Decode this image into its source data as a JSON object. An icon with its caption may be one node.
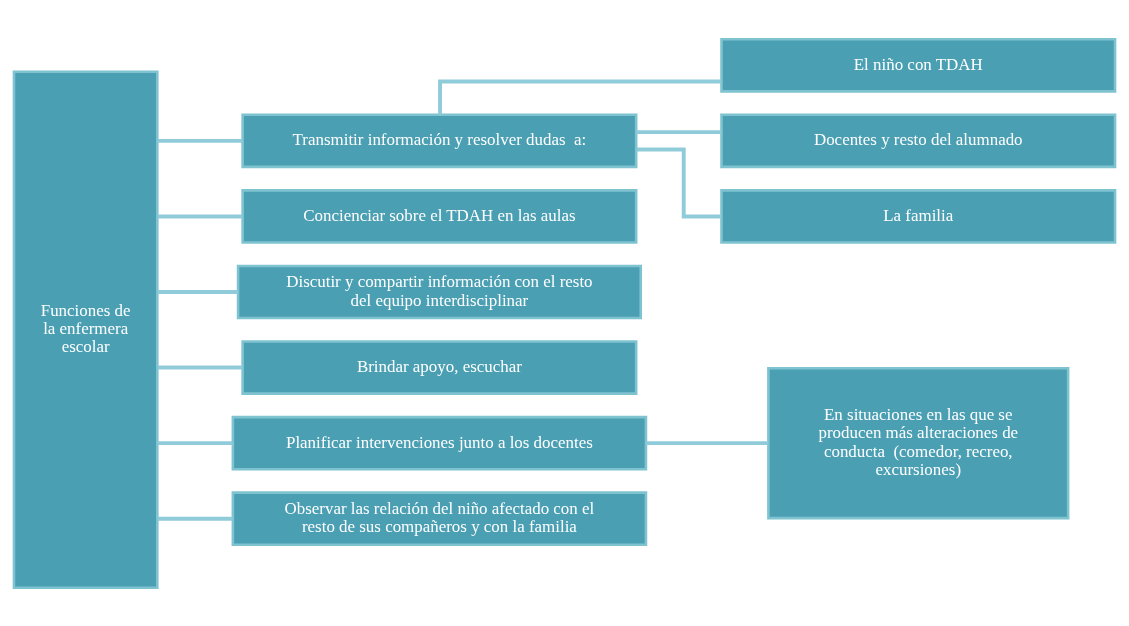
{
  "diagram": {
    "nodes": [
      {
        "text": [
          "Funciones de la enfermera escolar"
        ]
      },
      {
        "text": [
          "Transmitir información y resolver dudas  a:"
        ]
      },
      {
        "text": [
          "Concienciar sobre el TDAH en las aulas"
        ]
      },
      {
        "text": [
          "Discutir y compartir información con el resto del equipo interdisciplinar"
        ]
      },
      {
        "text": [
          "Brindar apoyo, escuchar"
        ]
      },
      {
        "text": [
          "Planificar intervenciones junto a los docentes"
        ]
      },
      {
        "text": [
          "Observar las relación del niño afectado con el resto de sus compañeros y con la familia"
        ]
      },
      {
        "text": [
          "El niño con TDAH"
        ]
      },
      {
        "text": [
          "Docentes y resto del alumnado"
        ]
      },
      {
        "text": [
          "La familia"
        ]
      },
      {
        "text": [
          "En situaciones en las que se producen más alteraciones de conducta  (comedor, recreo, excursiones)"
        ]
      }
    ],
    "edges": [
      {
        "from": 0,
        "to": 1,
        "arrow": "none"
      },
      {
        "from": 0,
        "to": 2,
        "arrow": "none"
      },
      {
        "from": 0,
        "to": 3,
        "arrow": "none"
      },
      {
        "from": 0,
        "to": 4,
        "arrow": "none"
      },
      {
        "from": 0,
        "to": 5,
        "arrow": "none"
      },
      {
        "from": 0,
        "to": 6,
        "arrow": "none"
      },
      {
        "from": 1,
        "to": 7,
        "arrow": "none"
      },
      {
        "from": 1,
        "to": 8,
        "arrow": "none"
      },
      {
        "from": 1,
        "to": 9,
        "arrow": "none"
      },
      {
        "from": 5,
        "to": 10,
        "arrow": "none"
      }
    ]
  }
}
